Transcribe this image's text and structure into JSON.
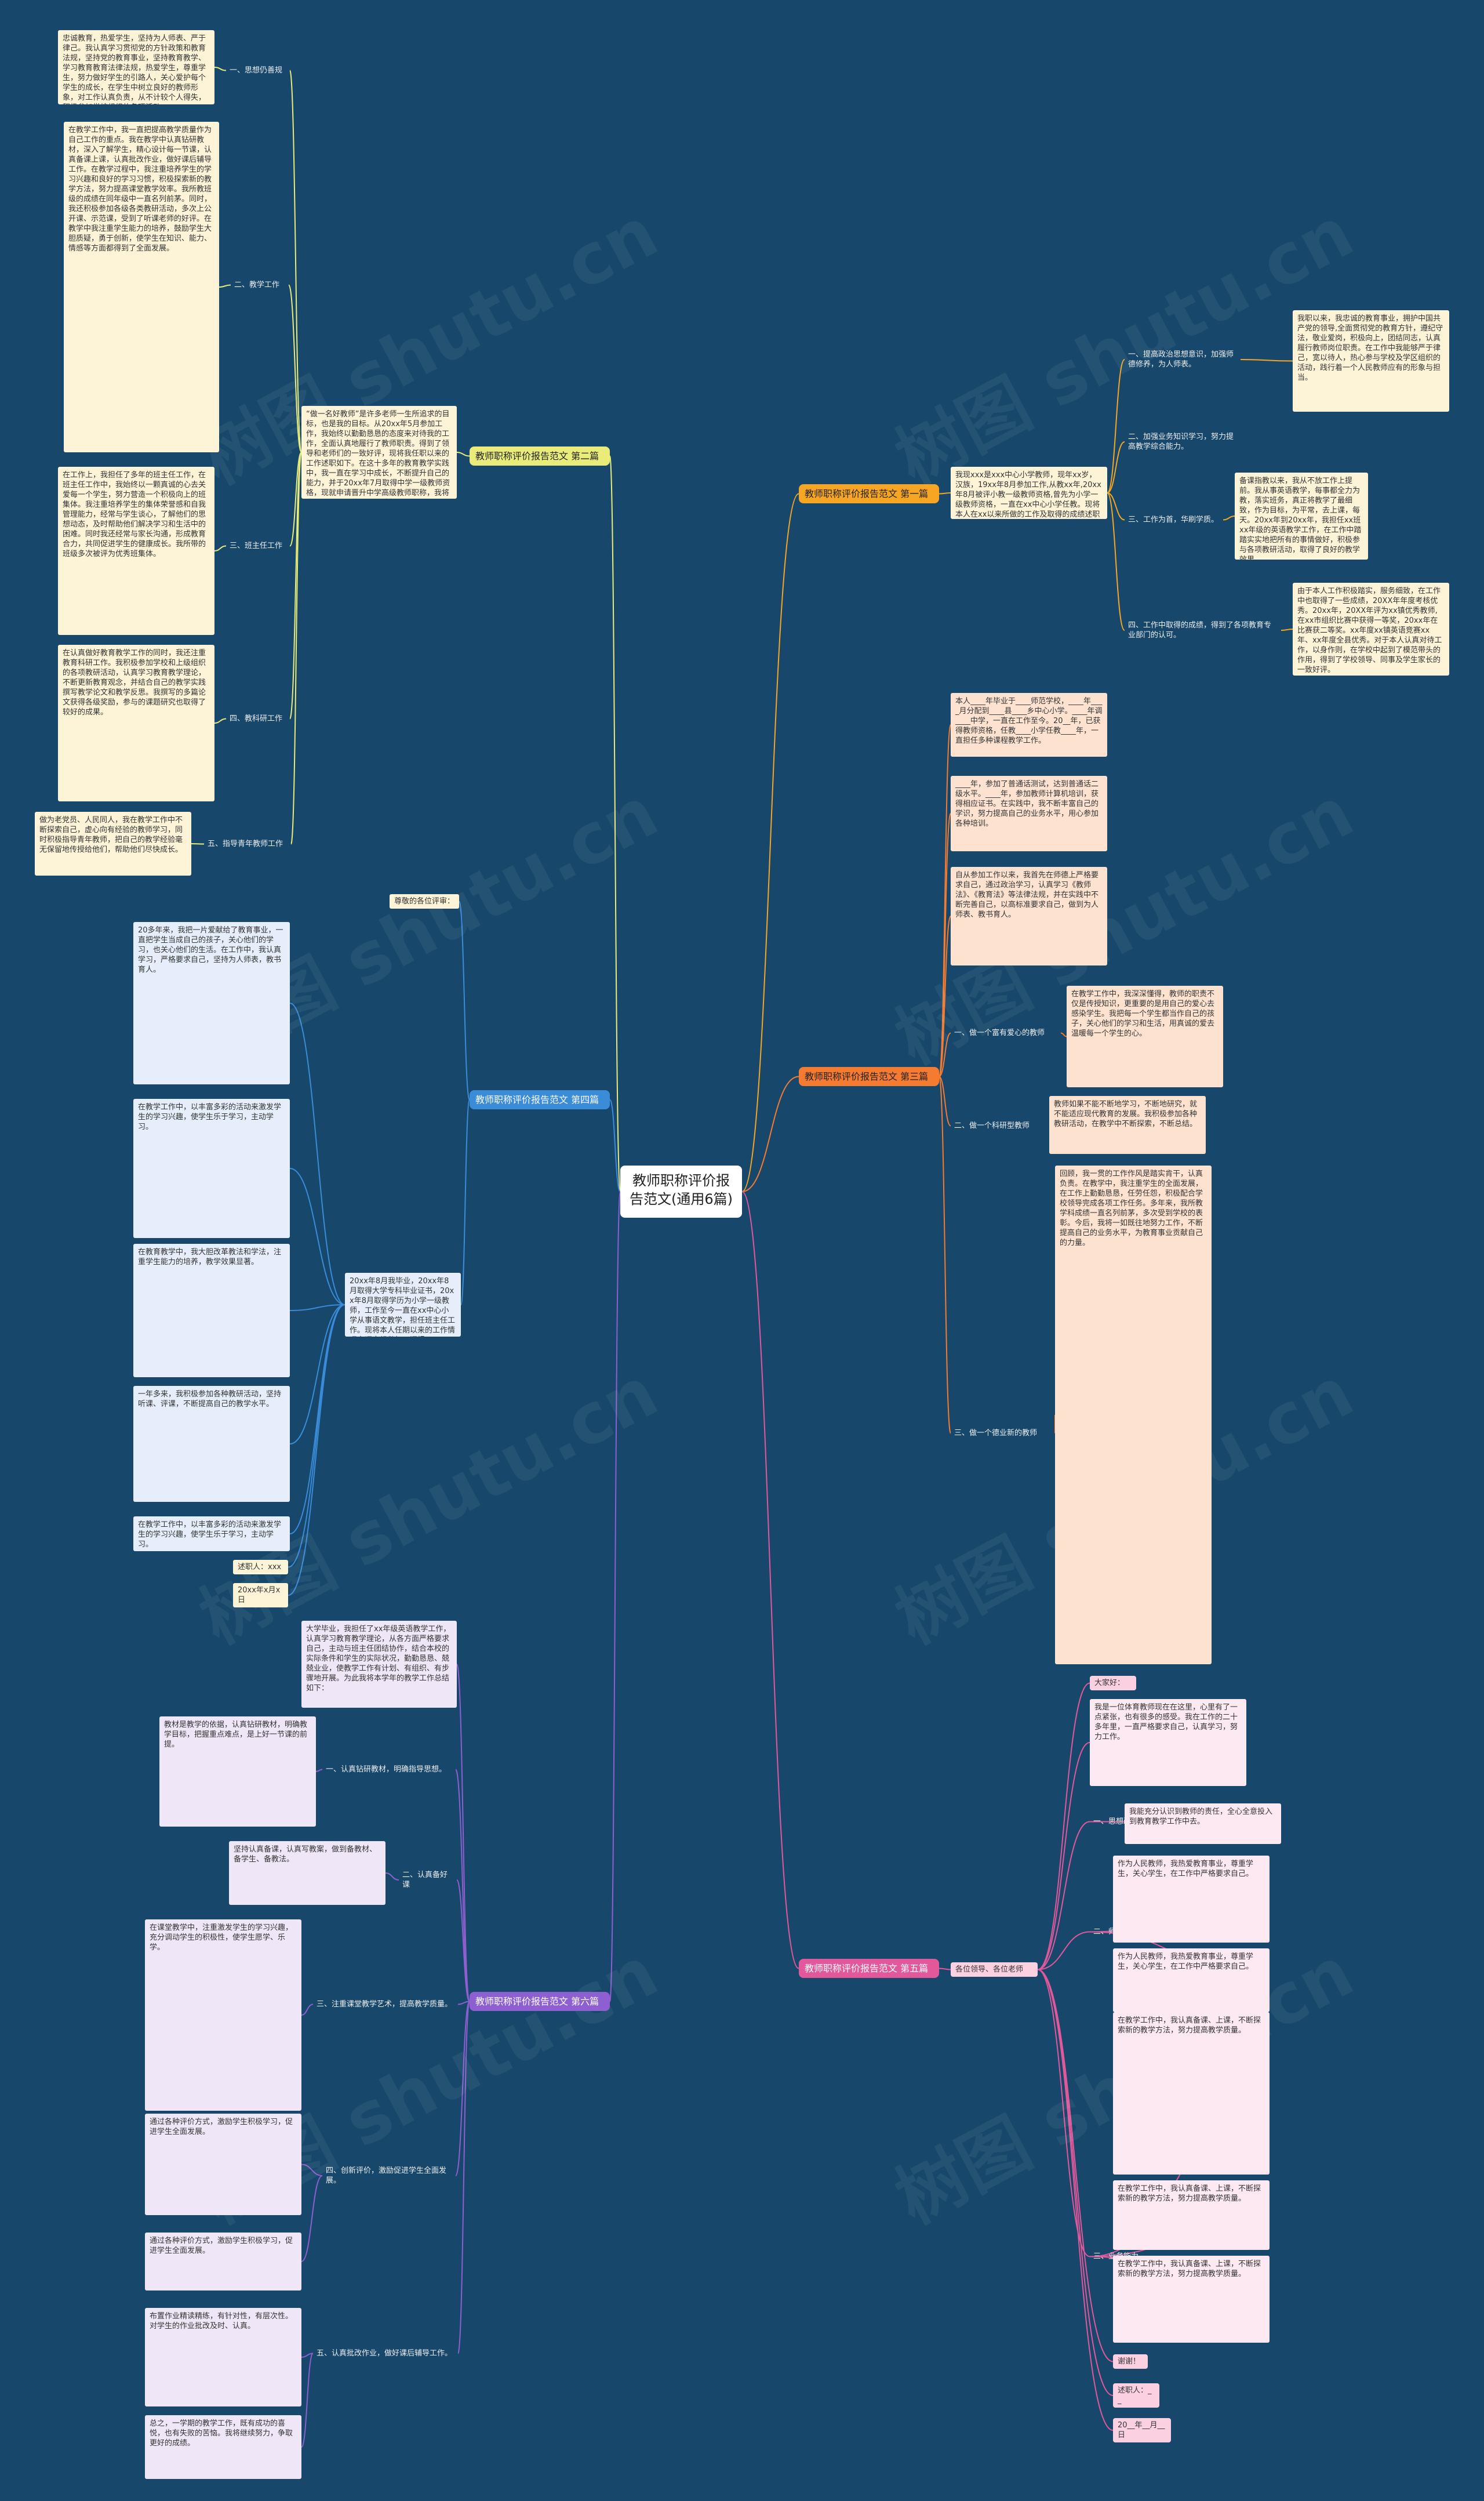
{
  "root": "教师职称评价报告范文(通用6篇)",
  "watermark": "树图 shutu.cn",
  "branches": {
    "b1": {
      "title": "教师职称评价报告范文 第一篇",
      "intro": "我现xxx是xxx中心小学教师，现年xx岁，汉族，19xx年8月参加工作,从教xx年,20xx年8月被评小教一级教师资格,曾先为小学一级教师资格，一直在xx中心小学任教。现将本人在xx以来所做的工作及取得的成绩述职如下:",
      "items": [
        {
          "label": "一、提高政治思想意识，加强师德修养，为人师表。",
          "text": "我职以来，我忠诚的教育事业，拥护中国共产党的领导,全面贯彻党的教育方针，遵纪守法，敬业爱岗，积极向上，团结同志，认真履行教师岗位职责。在工作中我能够严于律己，宽以待人，热心参与学校及学区组织的活动，践行着一个人民教师应有的形象与担当。"
        },
        {
          "label": "二、加强业务知识学习，努力提高教学综合能力。",
          "text": ""
        },
        {
          "label": "三、工作为首，华刷学质。",
          "text": "备课指教以来，我从不放工作上提前。我从事英语教学，每事都全力为教，落实班务，真正将教学了最细致，作为目标，为平常，去上课，每天。20xx年到20xx年，我担任xx班xx年级的英语教学工作，在工作中踏踏实实地把所有的事情做好，积极参与各项教研活动，取得了良好的教学效果。"
        },
        {
          "label": "四、工作中取得的成绩，得到了各项教育专业部门的认可。",
          "text": "由于本人工作积极踏实，服务细致，在工作中也取得了一些成绩，20XX年年度考核优秀。20xx年，20XX年评为xx镇优秀教师,在xx市组织比赛中获得一等奖，20xx年在比赛获二等奖。xx年度xx镇英语竞赛xx年、xx年度全县优秀。对于本人认真对待工作，以身作则，在学校中起到了模范带头的作用，得到了学校领导、同事及学生家长的一致好评。"
        }
      ]
    },
    "b2": {
      "title": "教师职称评价报告范文 第二篇",
      "intro": "“做一名好教师”是许多老师一生所追求的目标，也是我的目标。从20xx年5月参加工作，我始终以勤勤恳恳的态度来对待我的工作，全面认真地履行了教师职责。得到了领导和老师们的一致好评，现将我任职以来的工作述职如下。在这十多年的教育教学实践中，我一直在学习中成长，不断提升自己的能力，并于20xx年7月取得中学一级教师资格，现就申请晋升中学高级教师职称，我将自己任职期间的工作小结如下:",
      "items": [
        {
          "label": "一、思想仍善规",
          "text": "忠诚教育，热爱学生，坚持为人师表、严于律己。我认真学习贯彻党的方针政策和教育法规，坚持党的教育事业，坚持教育教学、学习教育教育法律法规，热爱学生，尊重学生，努力做好学生的引路人，关心爱护每个学生的成长，在学生中树立良好的教师形象，对工作认真负责，从不计较个人得失，积极参加学校组织的各项活动。"
        },
        {
          "label": "二、教学工作",
          "text": "在教学工作中，我一直把提高教学质量作为自己工作的重点。我在教学中认真钻研教材，深入了解学生，精心设计每一节课，认真备课上课，认真批改作业，做好课后辅导工作。在教学过程中，我注重培养学生的学习兴趣和良好的学习习惯，积极探索新的教学方法，努力提高课堂教学效率。我所教班级的成绩在同年级中一直名列前茅。同时，我还积极参加各级各类教研活动，多次上公开课、示范课，受到了听课老师的好评。在教学中我注重学生能力的培养，鼓励学生大胆质疑，勇于创新，使学生在知识、能力、情感等方面都得到了全面发展。"
        },
        {
          "label": "三、班主任工作",
          "text": "在工作上，我担任了多年的班主任工作，在班主任工作中，我始终以一颗真诚的心去关爱每一个学生，努力营造一个积极向上的班集体。我注重培养学生的集体荣誉感和自我管理能力，经常与学生谈心，了解他们的思想动态，及时帮助他们解决学习和生活中的困难。同时我还经常与家长沟通，形成教育合力，共同促进学生的健康成长。我所带的班级多次被评为优秀班集体。"
        },
        {
          "label": "四、教科研工作",
          "text": "在认真做好教育教学工作的同时，我还注重教育科研工作。我积极参加学校和上级组织的各项教研活动，认真学习教育教学理论，不断更新教育观念，并结合自己的教学实践撰写教学论文和教学反思。我撰写的多篇论文获得各级奖励，参与的课题研究也取得了较好的成果。"
        },
        {
          "label": "五、指导青年教师工作",
          "text": "做为老党员、人民同人，我在教学工作中不断探索自己，虚心向有经验的教师学习，同时积极指导青年教师，把自己的教学经验毫无保留地传授给他们，帮助他们尽快成长。"
        }
      ]
    },
    "b3": {
      "title": "教师职称评价报告范文 第三篇",
      "intro1": "本人____年毕业于____师范学校，____年____月分配到____县____乡中心小学。____年调____中学，一直在工作至今。20__年，已获得教师资格，任教____小学任教____年，一直担任多种课程教学工作。",
      "intro2": "____年，参加了普通话测试，达到普通话二级水平。____年，参加教师计算机培训，获得相应证书。在实践中，我不断丰富自己的学识，努力提高自己的业务水平，用心参加各种培训。",
      "intro3": "自从参加工作以来，我首先在师德上严格要求自己，通过政治学习，认真学习《教师法》、《教育法》等法律法规，并在实践中不断完善自己，以高标准要求自己，做到为人师表、教书育人。",
      "items": [
        {
          "label": "一、做一个富有爱心的教师",
          "text": "在教学工作中，我深深懂得，教师的职责不仅是传授知识，更重要的是用自己的爱心去感染学生。我把每一个学生都当作自己的孩子，关心他们的学习和生活，用真诚的爱去温暖每一个学生的心。"
        },
        {
          "label": "二、做一个科研型教师",
          "text": "教师如果不能不断地学习，不断地研究，就不能适应现代教育的发展。我积极参加各种教研活动，在教学中不断探索，不断总结。"
        },
        {
          "label": "三、做一个德业新的教师",
          "text": "回顾，我一贯的工作作风是踏实肯干，认真负责。在教学中，我注重学生的全面发展，在工作上勤勤恳恳，任劳任怨，积极配合学校领导完成各项工作任务。多年来，我所教学科成绩一直名列前茅，多次受到学校的表彰。今后，我将一如既往地努力工作，不断提高自己的业务水平，为教育事业贡献自己的力量。"
        }
      ]
    },
    "b4": {
      "title": "教师职称评价报告范文 第四篇",
      "label_top": "尊敬的各位评审：",
      "intro": "20xx年8月我毕业，20xx年8月取得大学专科毕业证书，20xx年8月取得学历为小学一级教师，工作至今一直在xx中心小学从事语文教学，担任班主任工作。现将本人任期以来的工作情况向评审组做如下汇报：",
      "texts": [
        "20多年来，我把一片爱献给了教育事业，一直把学生当成自己的孩子，关心他们的学习，也关心他们的生活。在工作中，我认真学习，严格要求自己，坚持为人师表，教书育人。",
        "在教学工作中，以丰富多彩的活动来激发学生的学习兴趣，使学生乐于学习，主动学习。",
        "在教育教学中，我大胆改革教法和学法，注重学生能力的培养，教学效果显著。",
        "一年多来，我积极参加各种教研活动，坚持听课、评课，不断提高自己的教学水平。"
      ],
      "signature": "述职人：xxx",
      "date": "20xx年x月x日"
    },
    "b5": {
      "title": "教师职称评价报告范文 第五篇",
      "label_top": "大家好：",
      "intro": "我是一位体育教师现在在这里，心里有了一点紧张，也有很多的感受。我在工作的二十多年里，一直严格要求自己，认真学习，努力工作。",
      "items": [
        {
          "label": "一、思想政治素质",
          "text": "我能充分认识到教师的责任，全心全意投入到教育教学工作中去。"
        },
        {
          "label": "二、师德修养",
          "text": "作为人民教师，我热爱教育事业，尊重学生，关心学生，在工作中严格要求自己。"
        },
        {
          "label": "三、业务能力",
          "text": "在教学工作中，我认真备课、上课，不断探索新的教学方法，努力提高教学质量。"
        }
      ],
      "greeting": "各位领导、各位老师",
      "thanks": "谢谢！",
      "signature": "述职人：__",
      "date": "20__年__月__日"
    },
    "b6": {
      "title": "教师职称评价报告范文 第六篇",
      "intro": "大学毕业，我担任了xx年级英语教学工作，认真学习教育教学理论，从各方面严格要求自己，主动与班主任团结协作，结合本校的实际条件和学生的实际状况，勤勤恳恳、兢兢业业，使教学工作有计划、有组织、有步骤地开展。为此我将本学年的教学工作总结如下：",
      "items": [
        {
          "label": "一、认真钻研教材，明确指导思想。",
          "text": "教材是教学的依据，认真钻研教材，明确教学目标，把握重点难点，是上好一节课的前提。"
        },
        {
          "label": "二、认真备好课",
          "text": "坚持认真备课，认真写教案，做到备教材、备学生、备教法。"
        },
        {
          "label": "三、注重课堂教学艺术，提高教学质量。",
          "text": "在课堂教学中，注重激发学生的学习兴趣，充分调动学生的积极性，使学生愿学、乐学。"
        },
        {
          "label": "四、创新评价，激励促进学生全面发展。",
          "text": "通过各种评价方式，激励学生积极学习，促进学生全面发展。"
        },
        {
          "label": "五、认真批改作业，做好课后辅导工作。",
          "text": "布置作业精读精练，有针对性，有层次性。对学生的作业批改及时、认真。"
        }
      ],
      "ending": "总之，一学期的教学工作，既有成功的喜悦，也有失败的苦恼。我将继续努力，争取更好的成绩。"
    }
  },
  "colors": {
    "background": "#17486b",
    "b1": "#f6a623",
    "b2": "#e9ec78",
    "b3": "#f47b30",
    "b4": "#3a8bd8",
    "b5": "#e2589b",
    "b6": "#8e5fd0"
  }
}
